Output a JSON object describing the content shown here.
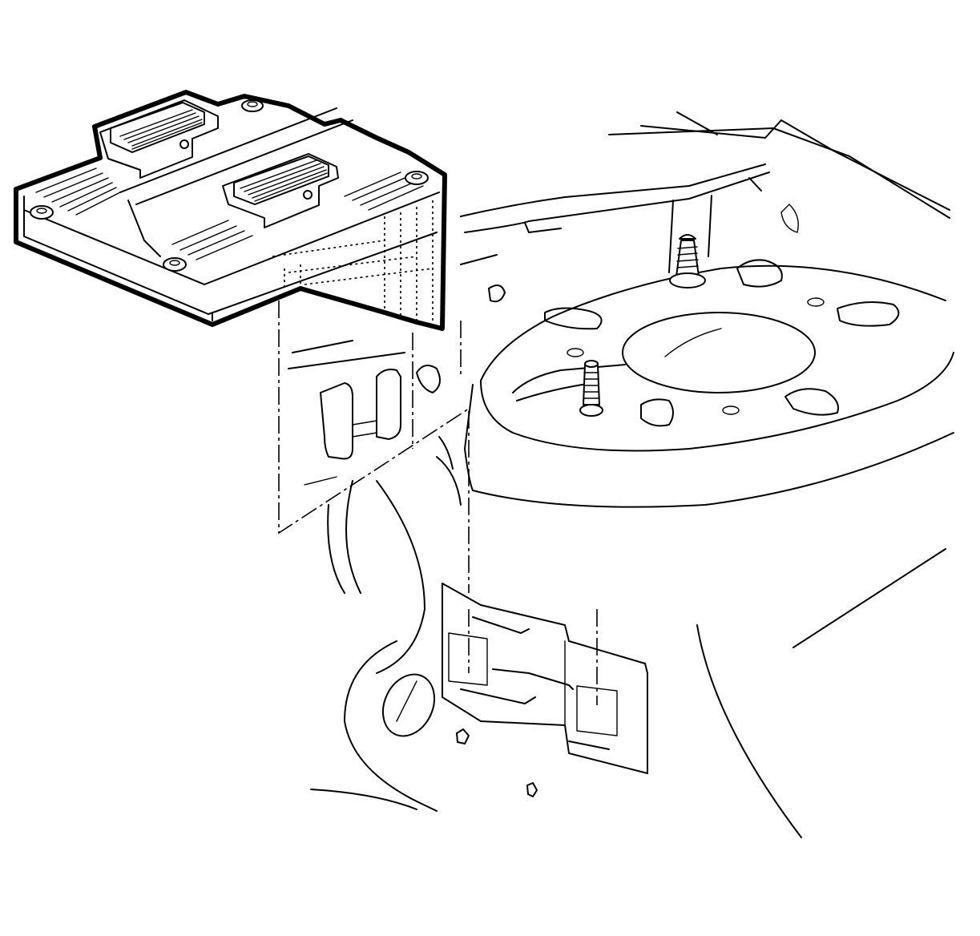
{
  "diagram": {
    "components": [
      "engine-control-module",
      "bracket-slot-upper",
      "bracket-slot-lower",
      "mounting-stud-rear",
      "mounting-stud-front",
      "strut-tower",
      "mounting-bracket",
      "inner-fender-panel"
    ],
    "line_color": "#000000",
    "background_color": "#ffffff"
  }
}
